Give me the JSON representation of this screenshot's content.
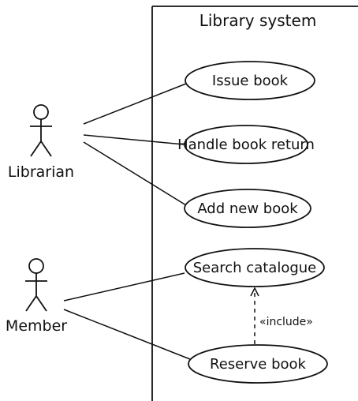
{
  "system": {
    "title": "Library system"
  },
  "actors": [
    {
      "id": "librarian",
      "label": "Librarian"
    },
    {
      "id": "member",
      "label": "Member"
    }
  ],
  "use_cases": [
    {
      "id": "issue-book",
      "label": "Issue book"
    },
    {
      "id": "handle-book-return",
      "label": "Handle book return"
    },
    {
      "id": "add-new-book",
      "label": "Add new book"
    },
    {
      "id": "search-catalogue",
      "label": "Search catalogue"
    },
    {
      "id": "reserve-book",
      "label": "Reserve book"
    }
  ],
  "relations": [
    {
      "label": "«include»"
    }
  ]
}
